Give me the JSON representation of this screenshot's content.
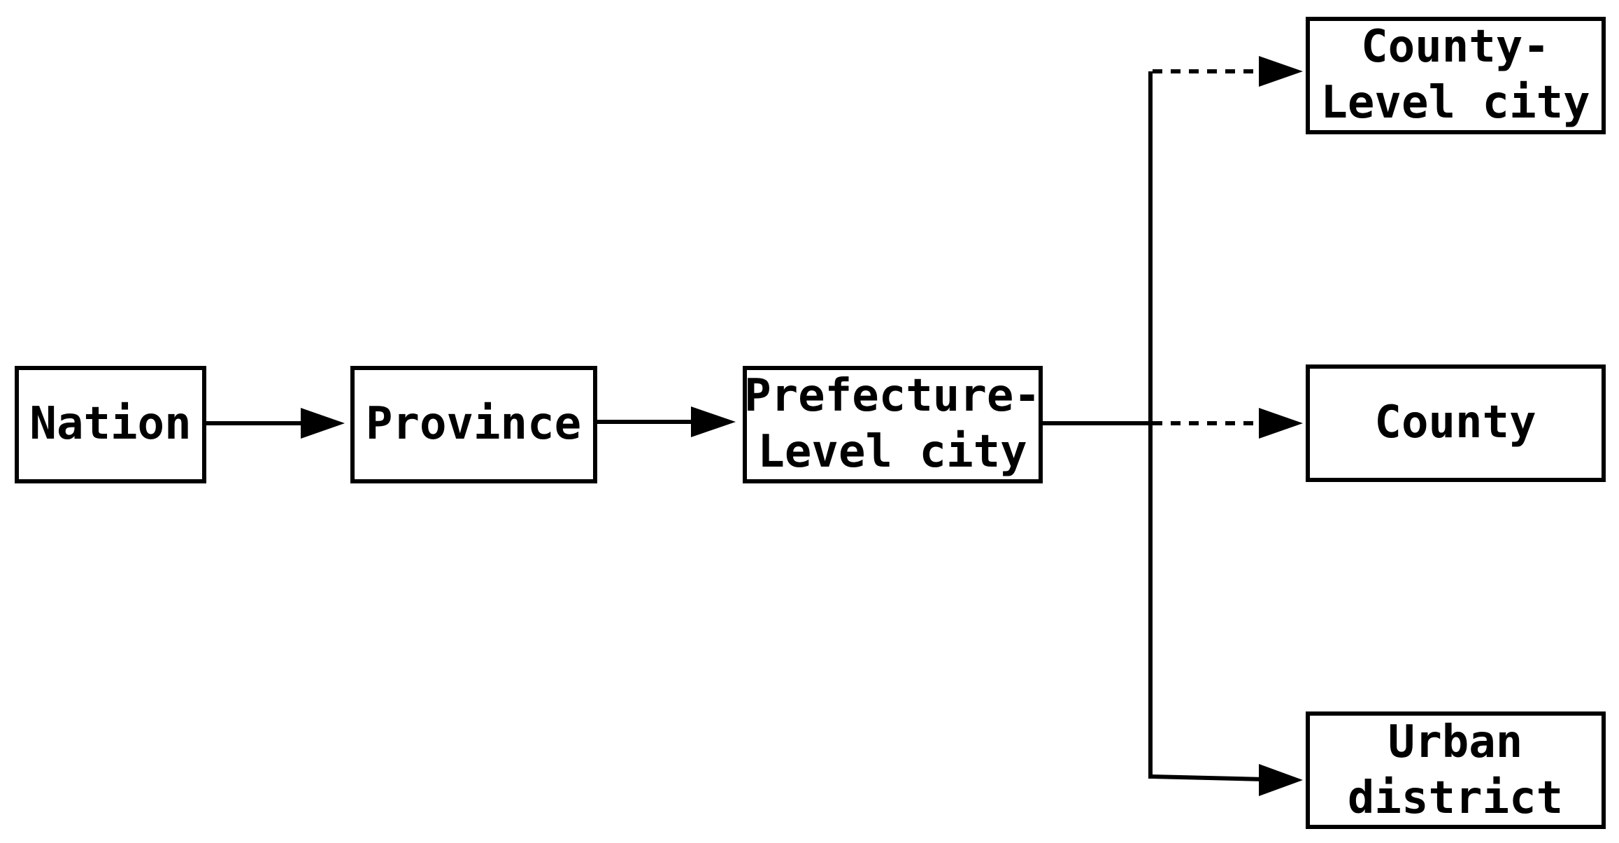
{
  "nodes": {
    "nation": {
      "lines": [
        "Nation"
      ]
    },
    "province": {
      "lines": [
        "Province"
      ]
    },
    "prefecture": {
      "lines": [
        "Prefecture-",
        "Level city"
      ]
    },
    "county_level_city": {
      "lines": [
        "County-",
        "Level city"
      ]
    },
    "county": {
      "lines": [
        "County"
      ]
    },
    "urban_district": {
      "lines": [
        "Urban",
        "district"
      ]
    }
  },
  "edges": [
    {
      "from": "Nation",
      "to": "Province",
      "style": "solid"
    },
    {
      "from": "Province",
      "to": "Prefecture-Level city",
      "style": "solid"
    },
    {
      "from": "Prefecture-Level city",
      "to": "County-Level city",
      "style": "dashed"
    },
    {
      "from": "Prefecture-Level city",
      "to": "County",
      "style": "dashed"
    },
    {
      "from": "Prefecture-Level city",
      "to": "Urban district",
      "style": "solid"
    }
  ]
}
